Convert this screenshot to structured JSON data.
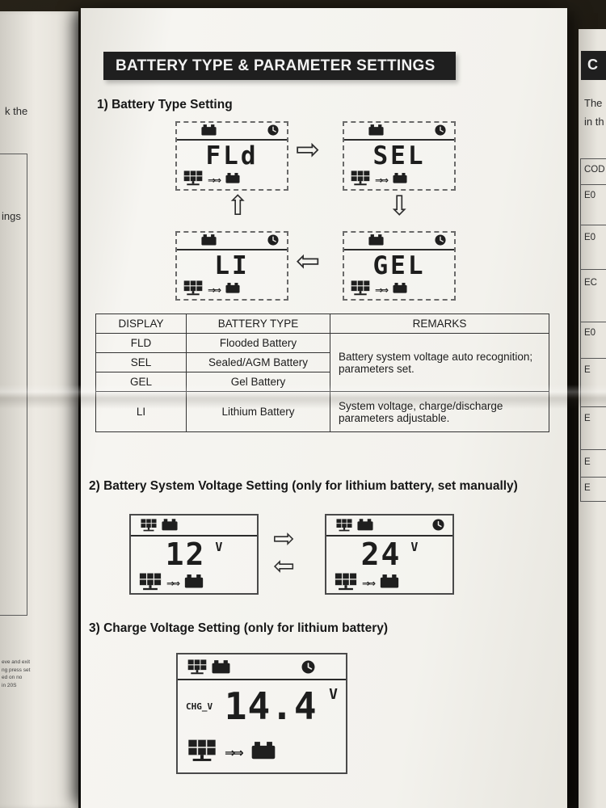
{
  "page": {
    "header": "BATTERY TYPE & PARAMETER SETTINGS",
    "s1_title": "1) Battery Type Setting",
    "s2_title": "2) Battery System Voltage Setting (only for lithium battery, set manually)",
    "s3_title": "3) Charge Voltage Setting (only for lithium battery)"
  },
  "lcd": {
    "battery_type": [
      {
        "value": "FLd"
      },
      {
        "value": "SEL"
      },
      {
        "value": "GEL"
      },
      {
        "value": "LI"
      }
    ],
    "voltage": [
      {
        "value": "12",
        "unit": "V"
      },
      {
        "value": "24",
        "unit": "V"
      }
    ],
    "charge": {
      "label": "CHG_V",
      "value": "14.4",
      "unit": "V"
    }
  },
  "icons": {
    "flow": "⇒⇒",
    "right": "⇨",
    "left": "⇦",
    "up": "⇧",
    "down": "⇩"
  },
  "table": {
    "headers": [
      "DISPLAY",
      "BATTERY TYPE",
      "REMARKS"
    ],
    "rows": [
      [
        "FLD",
        "Flooded Battery"
      ],
      [
        "SEL",
        "Sealed/AGM Battery"
      ],
      [
        "GEL",
        "Gel Battery"
      ],
      [
        "LI",
        "Lithium Battery"
      ]
    ],
    "remark_auto": "Battery system voltage auto recognition; parameters set.",
    "remark_lithium": "System voltage, charge/discharge parameters adjustable."
  },
  "left_page": {
    "fragments": [
      "k the",
      "ings",
      "eve and exit",
      "ng press set",
      "ed on no",
      "in 20S"
    ]
  },
  "right_page": {
    "header_fragment": "C",
    "intro": [
      "The",
      "in th"
    ],
    "col_header": "COD",
    "codes": [
      "E0",
      "E0",
      "EC",
      "E0",
      "E",
      "E",
      "E",
      "E"
    ]
  }
}
